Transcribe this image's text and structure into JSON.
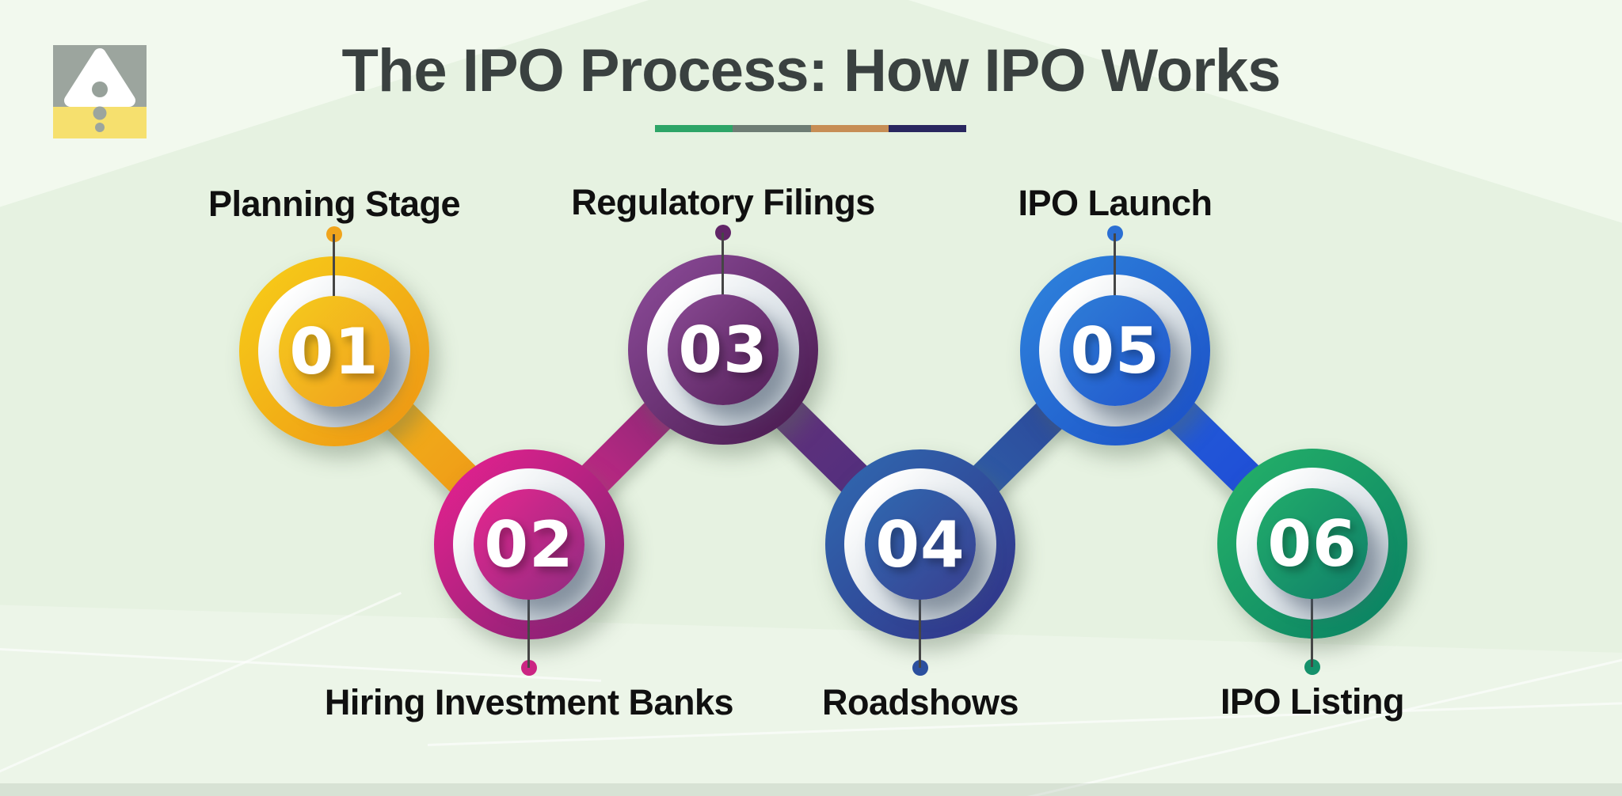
{
  "page": {
    "title": "The IPO Process: How IPO Works"
  },
  "title_underline": {
    "segment_colors": [
      "#2DA567",
      "#6E7D74",
      "#C78E55",
      "#29275F"
    ]
  },
  "logo": {
    "name": "rocket-logo",
    "gray": "#9CA59E",
    "yellow": "#F6E06E",
    "mark": "#FFFFFF",
    "hole": "#97A19A"
  },
  "background": {
    "base": "#E6F2E1"
  },
  "text_colors": {
    "title": "#3A4140",
    "label": "#101010"
  },
  "steps": [
    {
      "number": "01",
      "label": "Planning Stage",
      "side": "top",
      "colors": {
        "ring_from": "#F7CF19",
        "ring_to": "#EE9414",
        "inner_from": "#F5CB1D",
        "inner_to": "#F09E1E",
        "dot": "#F0A41C"
      }
    },
    {
      "number": "02",
      "label": "Hiring Investment Banks",
      "side": "bottom",
      "colors": {
        "ring_from": "#EB2191",
        "ring_to": "#7A2370",
        "inner_from": "#E7268F",
        "inner_to": "#8E2C80",
        "dot": "#CB2583"
      }
    },
    {
      "number": "03",
      "label": "Regulatory Filings",
      "side": "top",
      "colors": {
        "ring_from": "#8F4D9C",
        "ring_to": "#45184B",
        "inner_from": "#8A4A94",
        "inner_to": "#542059",
        "dot": "#612567"
      }
    },
    {
      "number": "04",
      "label": "Roadshows",
      "side": "bottom",
      "colors": {
        "ring_from": "#2F6BB2",
        "ring_to": "#323186",
        "inner_from": "#2F69B1",
        "inner_to": "#393F90",
        "dot": "#2B4F9E"
      }
    },
    {
      "number": "05",
      "label": "IPO Launch",
      "side": "top",
      "colors": {
        "ring_from": "#2F85DD",
        "ring_to": "#1B4EC6",
        "inner_from": "#2F7ED7",
        "inner_to": "#2156CD",
        "dot": "#2B6FD3"
      }
    },
    {
      "number": "06",
      "label": "IPO Listing",
      "side": "bottom",
      "colors": {
        "ring_from": "#26B369",
        "ring_to": "#097F63",
        "inner_from": "#21AD6B",
        "inner_to": "#107F69",
        "dot": "#14916B"
      }
    }
  ],
  "connectors": [
    {
      "from": "#F3BC1C",
      "to": "#EE8F16"
    },
    {
      "from": "#E2258D",
      "to": "#6E2B6F"
    },
    {
      "from": "#6D3479",
      "to": "#472C80"
    },
    {
      "from": "#3068AE",
      "to": "#2A3D93"
    },
    {
      "from": "#2565D6",
      "to": "#1D44D8"
    }
  ]
}
